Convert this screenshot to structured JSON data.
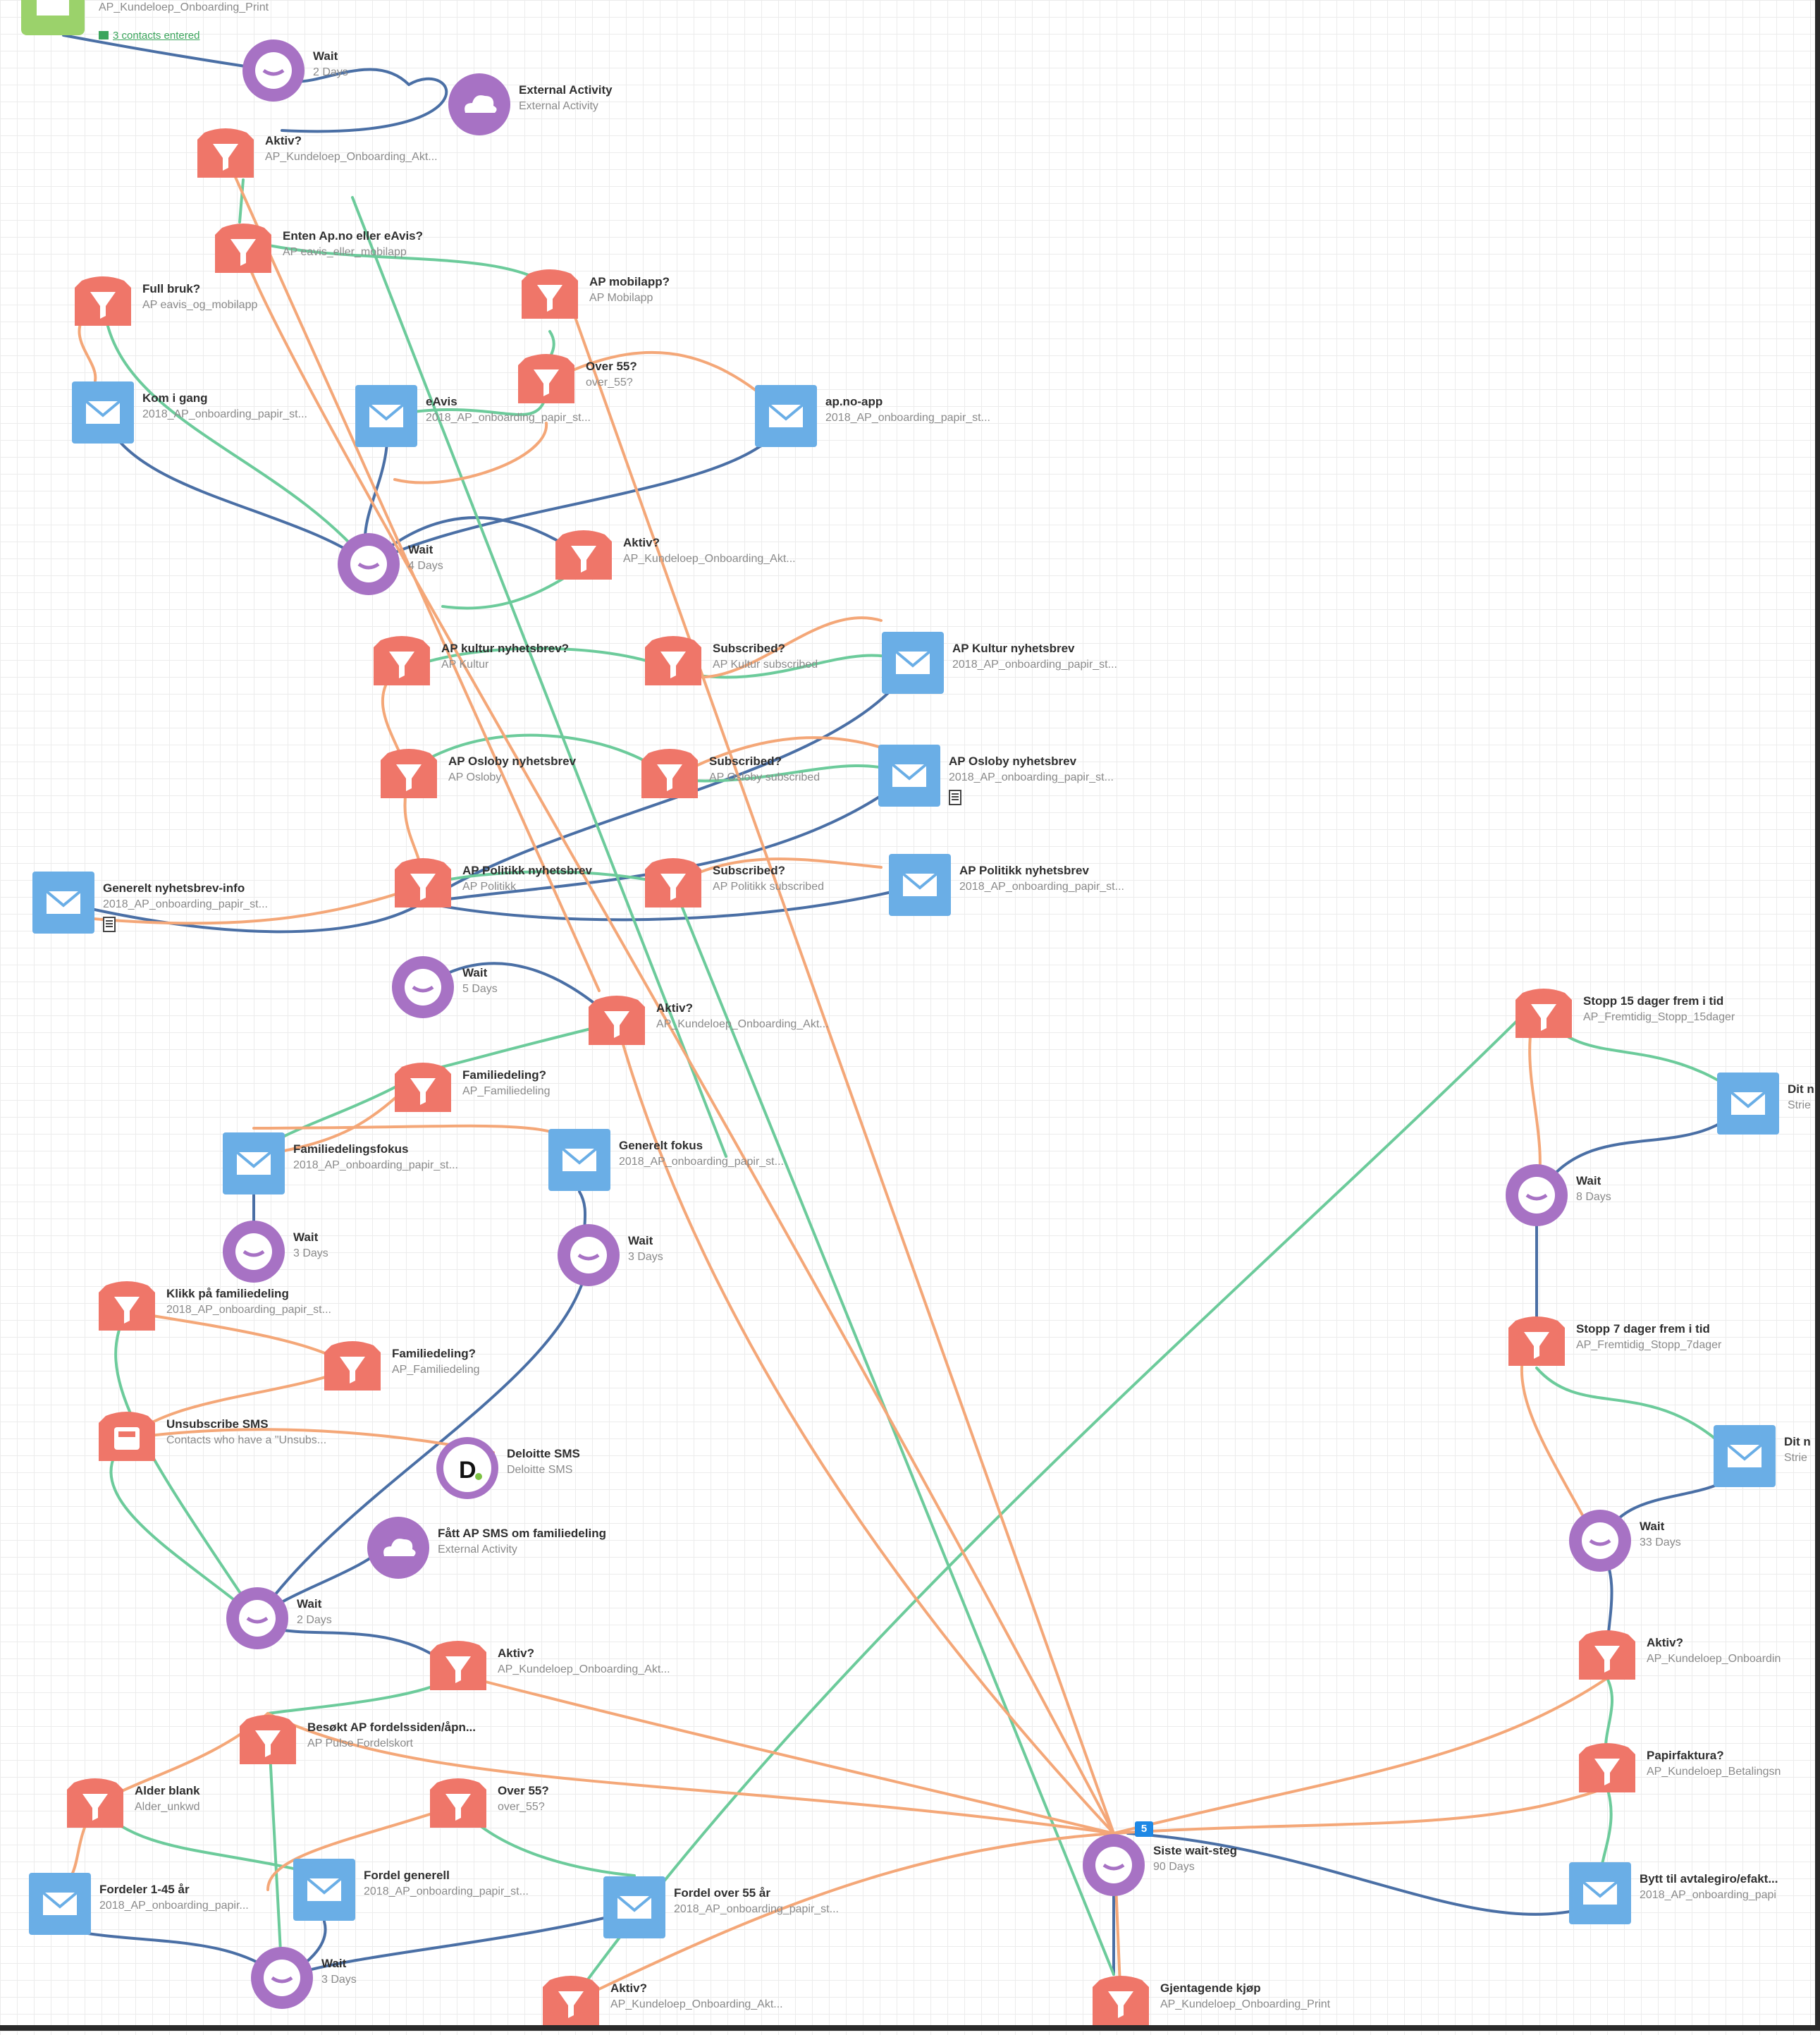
{
  "journey": {
    "entry_title": "AP_Kundeloep_Onboarding_Print",
    "entry_contacts": "3 contacts entered"
  },
  "colors": {
    "filter": "#ef7669",
    "email": "#6aaee6",
    "wait": "#a772c4",
    "activity": "#a772c4",
    "sms": "#ef7669",
    "entry": "#9bd26b",
    "edge_yes": "#6ccb9b",
    "edge_no": "#f4a778",
    "edge_next": "#4a6fa5"
  },
  "nodes": [
    {
      "id": "wait1",
      "type": "wait",
      "title": "Wait",
      "sub": "2 Days"
    },
    {
      "id": "ext1",
      "type": "activity",
      "title": "External Activity",
      "sub": "External Activity"
    },
    {
      "id": "f_aktiv1",
      "type": "filter",
      "title": "Aktiv?",
      "sub": "AP_Kundeloep_Onboarding_Akt..."
    },
    {
      "id": "f_enten",
      "type": "filter",
      "title": "Enten Ap.no eller eAvis?",
      "sub": "AP eavis_eller_mobilapp"
    },
    {
      "id": "f_full",
      "type": "filter",
      "title": "Full bruk?",
      "sub": "AP eavis_og_mobilapp"
    },
    {
      "id": "f_mobil",
      "type": "filter",
      "title": "AP mobilapp?",
      "sub": "AP Mobilapp"
    },
    {
      "id": "f_over55a",
      "type": "filter",
      "title": "Over 55?",
      "sub": "over_55?"
    },
    {
      "id": "e_kom",
      "type": "email",
      "title": "Kom i gang",
      "sub": "2018_AP_onboarding_papir_st..."
    },
    {
      "id": "e_eavis",
      "type": "email",
      "title": "eAvis",
      "sub": "2018_AP_onboarding_papir_st..."
    },
    {
      "id": "e_apno",
      "type": "email",
      "title": "ap.no-app",
      "sub": "2018_AP_onboarding_papir_st..."
    },
    {
      "id": "wait2",
      "type": "wait",
      "title": "Wait",
      "sub": "4 Days"
    },
    {
      "id": "f_aktiv2",
      "type": "filter",
      "title": "Aktiv?",
      "sub": "AP_Kundeloep_Onboarding_Akt..."
    },
    {
      "id": "f_kultur",
      "type": "filter",
      "title": "AP kultur nyhetsbrev?",
      "sub": "AP Kultur"
    },
    {
      "id": "f_sub1",
      "type": "filter",
      "title": "Subscribed?",
      "sub": "AP Kultur subscribed"
    },
    {
      "id": "e_kultur",
      "type": "email",
      "title": "AP Kultur nyhetsbrev",
      "sub": "2018_AP_onboarding_papir_st..."
    },
    {
      "id": "f_oslo",
      "type": "filter",
      "title": "AP Osloby nyhetsbrev",
      "sub": "AP Osloby"
    },
    {
      "id": "f_sub2",
      "type": "filter",
      "title": "Subscribed?",
      "sub": "AP Osloby subscribed"
    },
    {
      "id": "e_oslo",
      "type": "email",
      "title": "AP Osloby nyhetsbrev",
      "sub": "2018_AP_onboarding_papir_st..."
    },
    {
      "id": "e_generelt",
      "type": "email",
      "title": "Generelt nyhetsbrev-info",
      "sub": "2018_AP_onboarding_papir_st..."
    },
    {
      "id": "f_politikk",
      "type": "filter",
      "title": "AP Politikk nyhetsbrev",
      "sub": "AP Politikk"
    },
    {
      "id": "f_sub3",
      "type": "filter",
      "title": "Subscribed?",
      "sub": "AP Politikk subscribed"
    },
    {
      "id": "e_politikk",
      "type": "email",
      "title": "AP Politikk nyhetsbrev",
      "sub": "2018_AP_onboarding_papir_st..."
    },
    {
      "id": "wait3",
      "type": "wait",
      "title": "Wait",
      "sub": "5 Days"
    },
    {
      "id": "f_aktiv3",
      "type": "filter",
      "title": "Aktiv?",
      "sub": "AP_Kundeloep_Onboarding_Akt..."
    },
    {
      "id": "f_fam1",
      "type": "filter",
      "title": "Familiedeling?",
      "sub": "AP_Familiedeling"
    },
    {
      "id": "e_famfokus",
      "type": "email",
      "title": "Familiedelingsfokus",
      "sub": "2018_AP_onboarding_papir_st..."
    },
    {
      "id": "e_genfokus",
      "type": "email",
      "title": "Generelt fokus",
      "sub": "2018_AP_onboarding_papir_st..."
    },
    {
      "id": "wait4",
      "type": "wait",
      "title": "Wait",
      "sub": "3 Days"
    },
    {
      "id": "wait5",
      "type": "wait",
      "title": "Wait",
      "sub": "3 Days"
    },
    {
      "id": "f_klikk",
      "type": "filter",
      "title": "Klikk på familiedeling",
      "sub": "2018_AP_onboarding_papir_st..."
    },
    {
      "id": "f_fam2",
      "type": "filter",
      "title": "Familiedeling?",
      "sub": "AP_Familiedeling"
    },
    {
      "id": "s_unsub",
      "type": "sms",
      "title": "Unsubscribe SMS",
      "sub": "Contacts who have a \"Unsubs..."
    },
    {
      "id": "d_sms",
      "type": "deloitte",
      "title": "Deloitte SMS",
      "sub": "Deloitte SMS"
    },
    {
      "id": "ext2",
      "type": "activity",
      "title": "Fått AP SMS om familiedeling",
      "sub": "External Activity"
    },
    {
      "id": "wait6",
      "type": "wait",
      "title": "Wait",
      "sub": "2 Days"
    },
    {
      "id": "f_aktiv4",
      "type": "filter",
      "title": "Aktiv?",
      "sub": "AP_Kundeloep_Onboarding_Akt..."
    },
    {
      "id": "f_besokt",
      "type": "filter",
      "title": "Besøkt AP fordelssiden/åpn...",
      "sub": "AP Pulse Fordelskort"
    },
    {
      "id": "f_alder",
      "type": "filter",
      "title": "Alder blank",
      "sub": "Alder_unkwd"
    },
    {
      "id": "f_over55b",
      "type": "filter",
      "title": "Over 55?",
      "sub": "over_55?"
    },
    {
      "id": "e_ford145",
      "type": "email",
      "title": "Fordeler 1-45 år",
      "sub": "2018_AP_onboarding_papir..."
    },
    {
      "id": "e_fordgen",
      "type": "email",
      "title": "Fordel generell",
      "sub": "2018_AP_onboarding_papir_st..."
    },
    {
      "id": "e_ford55",
      "type": "email",
      "title": "Fordel over 55 år",
      "sub": "2018_AP_onboarding_papir_st..."
    },
    {
      "id": "wait7",
      "type": "wait",
      "title": "Wait",
      "sub": "3 Days"
    },
    {
      "id": "f_aktiv5",
      "type": "filter",
      "title": "Aktiv?",
      "sub": "AP_Kundeloep_Onboarding_Akt..."
    },
    {
      "id": "wait_siste",
      "type": "wait",
      "title": "Siste wait-steg",
      "sub": "90 Days",
      "badge": "5"
    },
    {
      "id": "f_gjentag",
      "type": "filter",
      "title": "Gjentagende kjøp",
      "sub": "AP_Kundeloep_Onboarding_Print"
    },
    {
      "id": "f_stopp15",
      "type": "filter",
      "title": "Stopp 15 dager frem i tid",
      "sub": "AP_Fremtidig_Stopp_15dager"
    },
    {
      "id": "e_dit1",
      "type": "email",
      "title": "Dit n",
      "sub": "Strie"
    },
    {
      "id": "wait8",
      "type": "wait",
      "title": "Wait",
      "sub": "8 Days"
    },
    {
      "id": "f_stopp7",
      "type": "filter",
      "title": "Stopp 7 dager frem i tid",
      "sub": "AP_Fremtidig_Stopp_7dager"
    },
    {
      "id": "e_dit2",
      "type": "email",
      "title": "Dit n",
      "sub": "Strie"
    },
    {
      "id": "wait9",
      "type": "wait",
      "title": "Wait",
      "sub": "33 Days"
    },
    {
      "id": "f_aktiv6",
      "type": "filter",
      "title": "Aktiv?",
      "sub": "AP_Kundeloep_Onboardin"
    },
    {
      "id": "f_papir",
      "type": "filter",
      "title": "Papirfaktura?",
      "sub": "AP_Kundeloep_Betalingsn"
    },
    {
      "id": "e_bytt",
      "type": "email",
      "title": "Bytt til avtalegiro/efakt...",
      "sub": "2018_AP_onboarding_papi"
    }
  ]
}
